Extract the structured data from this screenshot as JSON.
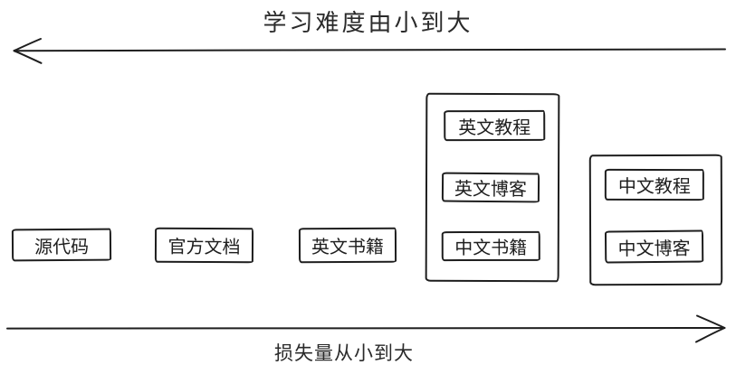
{
  "diagram": {
    "top_axis": {
      "label": "学习难度由小到大",
      "arrow_direction": "left"
    },
    "bottom_axis": {
      "label": "损失量从小到大",
      "arrow_direction": "right"
    },
    "boxes": [
      {
        "label": "源代码"
      },
      {
        "label": "官方文档"
      },
      {
        "label": "英文书籍"
      }
    ],
    "groups": [
      {
        "items": [
          {
            "label": "英文教程"
          },
          {
            "label": "英文博客"
          },
          {
            "label": "中文书籍"
          }
        ]
      },
      {
        "items": [
          {
            "label": "中文教程"
          },
          {
            "label": "中文博客"
          }
        ]
      }
    ],
    "colors": {
      "stroke": "#1e1e1e",
      "background": "#ffffff"
    }
  }
}
